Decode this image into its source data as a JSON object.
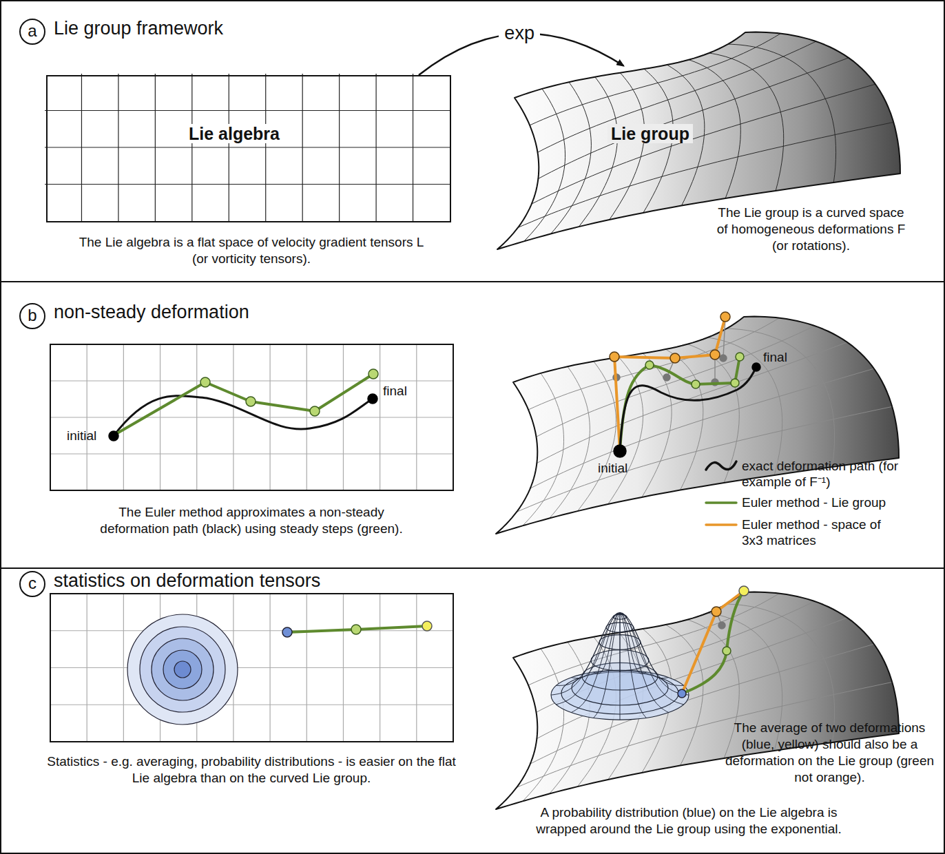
{
  "diagram": {
    "nodes": [
      {
        "text": [
          "Lie group framework"
        ]
      },
      {
        "text": [
          "a"
        ],
        "in": 0
      },
      {
        "text": [
          "Lie algebra"
        ],
        "in": 0
      },
      {
        "text": [
          "Lie group"
        ],
        "in": 0
      },
      {
        "text": [
          "non-steady deformation"
        ]
      },
      {
        "text": [
          "b"
        ],
        "in": 4
      },
      {
        "text": [
          "statistics on deformation tensors"
        ]
      },
      {
        "text": [
          "c"
        ],
        "in": 6
      }
    ],
    "edges": [
      {
        "from": 2,
        "to": 3,
        "label": "exp",
        "arrow": "to"
      }
    ],
    "labels": [
      "The Lie algebra is a flat space of velocity gradient tensors L (or vorticity tensors).",
      "The Lie group is a curved space of homogeneous deformations F (or rotations).",
      "initial",
      "final",
      "The Euler method approximates a non-steady deformation path (black) using steady steps (green).",
      "final",
      "initial",
      "Statistics - e.g. averaging, probability distributions - is easier on the flat Lie algebra than on the curved Lie group.",
      "The average of two deformations (blue, yellow) should also be a deformation on the Lie group (green not orange).",
      "A probability distribution (blue) on the Lie algebra is wrapped around the Lie group using the exponential."
    ],
    "legend": [
      {
        "text": "exact deformation path (for example of F⁻¹)"
      },
      {
        "text": "Euler method - Lie group"
      },
      {
        "text": "Euler method - space of 3x3 matrices"
      }
    ]
  }
}
